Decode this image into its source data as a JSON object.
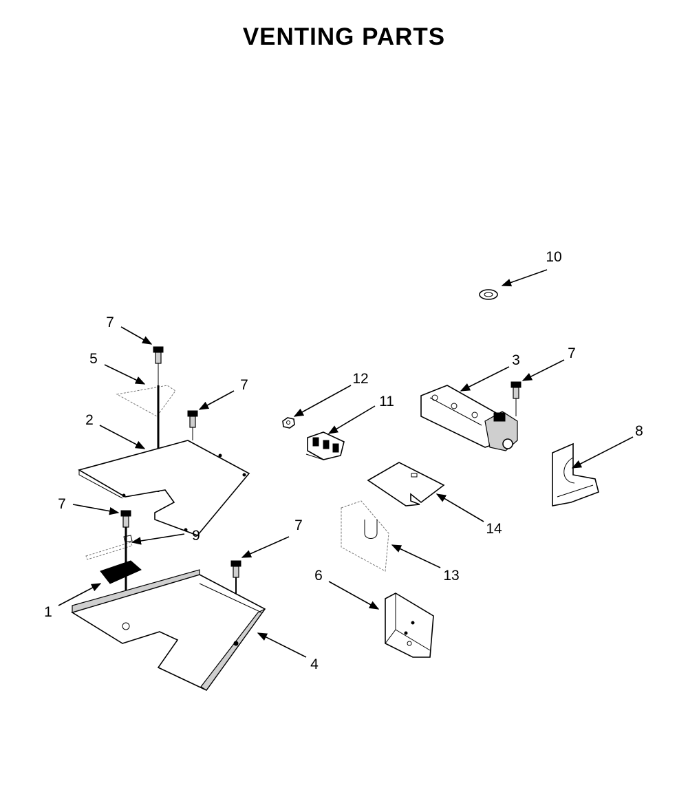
{
  "title": "VENTING PARTS",
  "callouts": {
    "c10": "10",
    "c7a": "7",
    "c5": "5",
    "c7b": "7",
    "c2": "2",
    "c12": "12",
    "c11": "11",
    "c3": "3",
    "c7c": "7",
    "c8": "8",
    "c14": "14",
    "c7d": "7",
    "c9": "9",
    "c7e": "7",
    "c13": "13",
    "c6": "6",
    "c1": "1",
    "c4": "4"
  }
}
